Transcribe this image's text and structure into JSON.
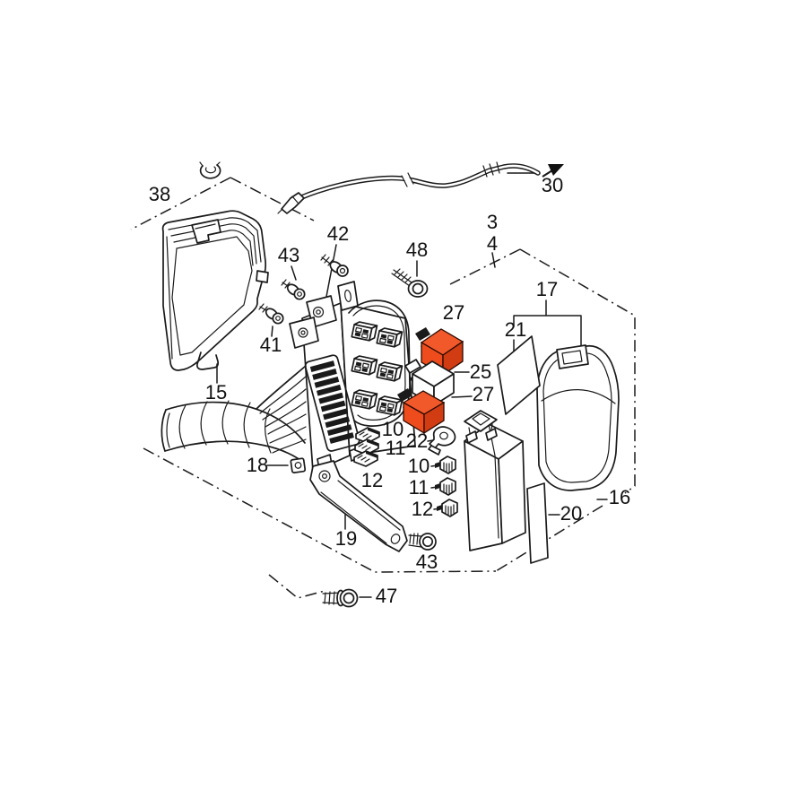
{
  "diagram": {
    "background": "#ffffff",
    "ink_color": "#1a1a1a",
    "relay_color_front": "#ee4c1d",
    "relay_color_top": "#f2592a",
    "relay_color_side": "#d13c12",
    "labels": [
      {
        "text": "38"
      },
      {
        "text": "42"
      },
      {
        "text": "43"
      },
      {
        "text": "48"
      },
      {
        "text": "3"
      },
      {
        "text": "4"
      },
      {
        "text": "30"
      },
      {
        "text": "17"
      },
      {
        "text": "27"
      },
      {
        "text": "21"
      },
      {
        "text": "25"
      },
      {
        "text": "27"
      },
      {
        "text": "15"
      },
      {
        "text": "41"
      },
      {
        "text": "18"
      },
      {
        "text": "10"
      },
      {
        "text": "11"
      },
      {
        "text": "12"
      },
      {
        "text": "22"
      },
      {
        "text": "10"
      },
      {
        "text": "11"
      },
      {
        "text": "12"
      },
      {
        "text": "19"
      },
      {
        "text": "20"
      },
      {
        "text": "16"
      },
      {
        "text": "43"
      },
      {
        "text": "47"
      }
    ]
  }
}
